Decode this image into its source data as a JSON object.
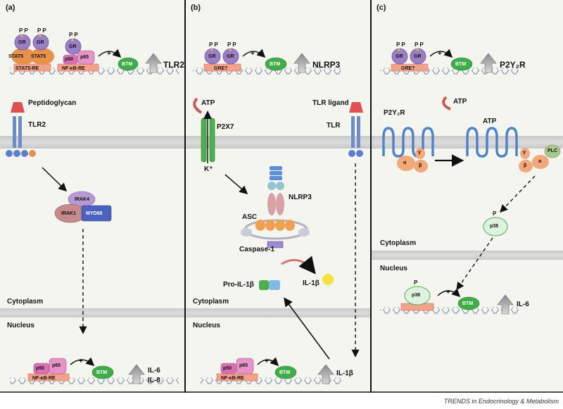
{
  "panels": {
    "a": {
      "tag": "(a)",
      "gr1": "GR",
      "gr2": "GR",
      "gr3": "GR",
      "p_marks": "P P",
      "stat5_a": "STAT5",
      "stat5_b": "STAT5",
      "p50": "p50",
      "p65": "p65",
      "stat5_re": "STAT5-RE",
      "nfkb_re": "NF-κB-RE",
      "plus": "+",
      "btm": "BTM",
      "gene": "TLR2",
      "ligand": "Peptidoglycan",
      "receptor": "TLR2",
      "irak4": "IRAK4",
      "irak1": "IRAK1",
      "myd88": "MYD88",
      "cytoplasm": "Cytoplasm",
      "nucleus": "Nucleus",
      "bottom_p50": "p50",
      "bottom_p65": "p65",
      "bottom_nfkb": "NF-κB-RE",
      "bottom_plus": "+",
      "bottom_btm": "BTM",
      "out1": "IL-6",
      "out2": "IL-8"
    },
    "b": {
      "tag": "(b)",
      "gr1": "GR",
      "gr2": "GR",
      "p_marks": "P P",
      "gre": "GRE?",
      "plus": "+",
      "btm": "BTM",
      "gene": "NLRP3",
      "atp": "ATP",
      "p2x7": "P2X7",
      "kplus": "K⁺",
      "tlr_ligand": "TLR ligand",
      "tlr": "TLR",
      "nlrp3": "NLRP3",
      "asc": "ASC",
      "caspase": "Caspase-1",
      "pro_il": "Pro-IL-1β",
      "il1b": "IL-1β",
      "cytoplasm": "Cytoplasm",
      "nucleus": "Nucleus",
      "bottom_p50": "p50",
      "bottom_p65": "p65",
      "bottom_nfkb": "NF-κB-RE",
      "bottom_plus": "+",
      "bottom_btm": "BTM",
      "out": "IL-1β"
    },
    "c": {
      "tag": "(c)",
      "gr1": "GR",
      "gr2": "GR",
      "p_marks": "P P",
      "gre": "GRE?",
      "plus": "+",
      "btm": "BTM",
      "gene": "P2Y₂R",
      "receptor": "P2Y₂R",
      "atp1": "ATP",
      "atp2": "ATP",
      "alpha1": "α",
      "gamma1": "γ",
      "beta1": "β",
      "gamma2": "γ",
      "beta2": "β",
      "alpha2": "α",
      "plc": "PLC",
      "p_mark": "P",
      "p38": "p38",
      "cytoplasm": "Cytoplasm",
      "nucleus": "Nucleus",
      "bottom_p": "P",
      "bottom_p38": "p38",
      "bottom_plus": "+",
      "bottom_btm": "BTM",
      "out": "IL-6"
    }
  },
  "footer": "TRENDS in Endocrinology & Metabolism",
  "colors": {
    "membrane": "#d2d2d2",
    "panel_bg": "#f4f4ef",
    "gr_purple": "#9b7fc4",
    "stat5_orange": "#e8914b",
    "p65_pink": "#d870b4",
    "btm_green": "#3fae49",
    "tlr_blue": "#6e8cc8",
    "tlr_red": "#e05050",
    "p2x7_green": "#4caf50",
    "asc_orange": "#f0a050",
    "nlrp3_pink": "#d9a0a8"
  }
}
